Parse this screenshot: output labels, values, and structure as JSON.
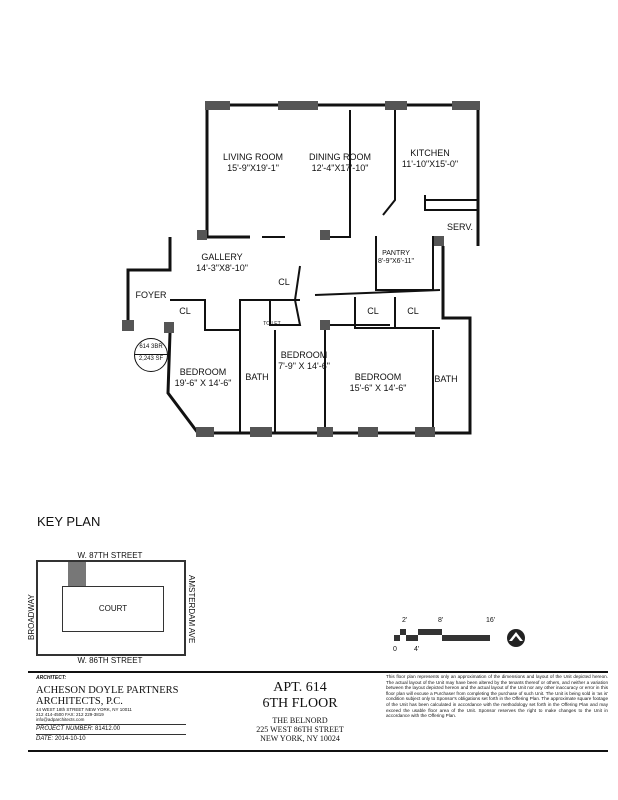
{
  "plan": {
    "rooms": [
      {
        "name": "LIVING ROOM",
        "dims": "15'-9\"X19'-1\""
      },
      {
        "name": "DINING ROOM",
        "dims": "12'-4\"X17'-10\""
      },
      {
        "name": "KITCHEN",
        "dims": "11'-10\"X15'-0\""
      },
      {
        "name": "SERV.",
        "dims": ""
      },
      {
        "name": "PANTRY",
        "dims": "8'-9\"X6'-11\""
      },
      {
        "name": "GALLERY",
        "dims": "14'-3\"X8'-10\""
      },
      {
        "name": "FOYER",
        "dims": ""
      },
      {
        "name": "BEDROOM",
        "dims": "19'-6\" X 14'-6\""
      },
      {
        "name": "BATH",
        "dims": ""
      },
      {
        "name": "BEDROOM",
        "dims": "7'-9\" X 14'-6\""
      },
      {
        "name": "BEDROOM",
        "dims": "15'-6\" X 14'-6\""
      },
      {
        "name": "BATH",
        "dims": ""
      }
    ],
    "closets": [
      "CL",
      "CL",
      "CL",
      "CL"
    ],
    "toilet_label": "TOILET",
    "badge": {
      "unit": "614",
      "type": "3BR",
      "area": "2,243 SF"
    }
  },
  "key_plan": {
    "title": "KEY PLAN",
    "north_street": "W. 87TH STREET",
    "south_street": "W. 86TH STREET",
    "west_street": "BROADWAY",
    "east_street": "AMSTERDAM AVE",
    "court": "COURT"
  },
  "scale": {
    "ticks": [
      "0",
      "2'",
      "4'",
      "8'",
      "16'"
    ]
  },
  "title_block": {
    "architect_label": "ARCHITECT:",
    "firm_line1": "ACHESON DOYLE PARTNERS",
    "firm_line2": "ARCHITECTS, P.C.",
    "address": "44 WEST 18th STREET   NEW YORK, NY 10011",
    "phone": "212 414-4500   FAX: 212 229-3819",
    "email": "info@adparchitects.com",
    "project_label": "PROJECT NUMBER:",
    "project_number": "81412.00",
    "date_label": "DATE:",
    "date": "2014-10-10",
    "apt": "APT. 614",
    "floor": "6TH FLOOR",
    "building": "THE BELNORD",
    "street": "225 WEST 86TH STREET",
    "city": "NEW YORK, NY 10024",
    "disclaimer": "This floor plan represents only an approximation of the dimensions and layout of the Unit depicted hereon. The actual layout of the Unit may have been altered by the tenants thereof or others, and neither a variation between the layout depicted hereon and the actual layout of the Unit nor any other inaccuracy or error in this floor plan will excuse a Purchaser from completing the purchase of such Unit. The Unit is being sold in 'as is' condition subject only to Sponsor's obligations set forth in the Offering Plan. The approximate square footage of the Unit has been calculated in accordance with the methodology set forth in the Offering Plan and may exceed the usable floor area of the Unit. Sponsor reserves the right to make changes to the Unit in accordance with the Offering Plan."
  }
}
